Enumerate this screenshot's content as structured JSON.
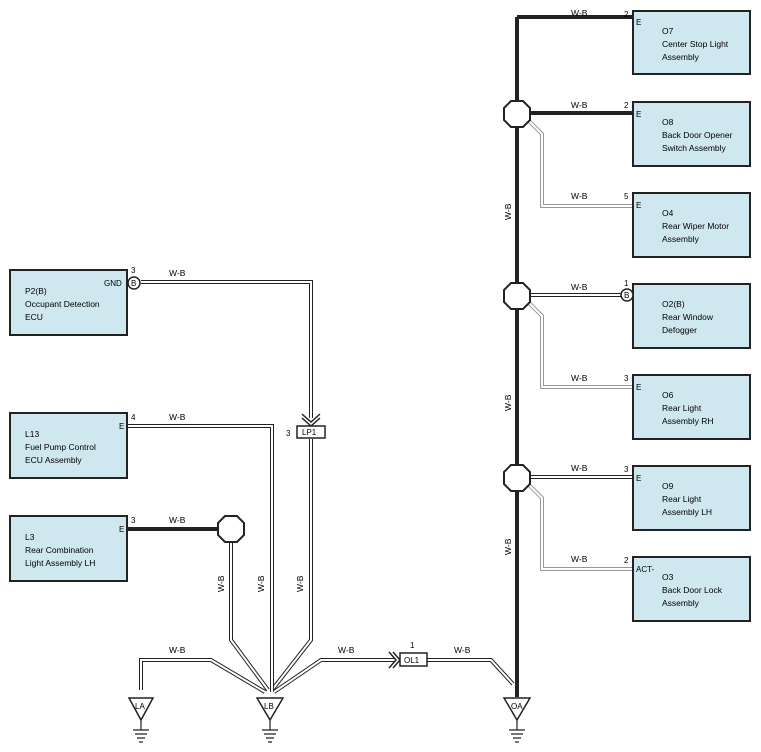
{
  "wire_color": "W-B",
  "colors": {
    "box_fill": "#cfe8ef",
    "line": "#222222"
  },
  "components": {
    "o7": {
      "code": "O7",
      "name1": "Center Stop Light",
      "name2": "Assembly",
      "pin_no": "2",
      "pin_name": "E"
    },
    "o8": {
      "code": "O8",
      "name1": "Back Door Opener",
      "name2": "Switch Assembly",
      "pin_no": "2",
      "pin_name": "E"
    },
    "o4": {
      "code": "O4",
      "name1": "Rear Wiper Motor",
      "name2": "Assembly",
      "pin_no": "5",
      "pin_name": "E"
    },
    "o2b": {
      "code": "O2(B)",
      "name1": "Rear Window",
      "name2": "Defogger",
      "pin_no": "1",
      "pin_name": "B"
    },
    "o6": {
      "code": "O6",
      "name1": "Rear Light",
      "name2": "Assembly RH",
      "pin_no": "3",
      "pin_name": "E"
    },
    "o9": {
      "code": "O9",
      "name1": "Rear Light",
      "name2": "Assembly LH",
      "pin_no": "3",
      "pin_name": "E"
    },
    "o3": {
      "code": "O3",
      "name1": "Back Door Lock",
      "name2": "Assembly",
      "pin_no": "2",
      "pin_name": "ACT-"
    },
    "p2b": {
      "code": "P2(B)",
      "name1": "Occupant Detection",
      "name2": "ECU",
      "pin_no": "3",
      "pin_name": "GND",
      "conn": "B"
    },
    "l13": {
      "code": "L13",
      "name1": "Fuel Pump Control",
      "name2": "ECU Assembly",
      "pin_no": "4",
      "pin_name": "E"
    },
    "l3": {
      "code": "L3",
      "name1": "Rear Combination",
      "name2": "Light Assembly LH",
      "pin_no": "3",
      "pin_name": "E"
    }
  },
  "connectors": {
    "lp1": {
      "code": "LP1",
      "pin": "3"
    },
    "ol1": {
      "code": "OL1",
      "pin": "1"
    }
  },
  "grounds": {
    "la": "LA",
    "lb": "LB",
    "oa": "OA"
  }
}
